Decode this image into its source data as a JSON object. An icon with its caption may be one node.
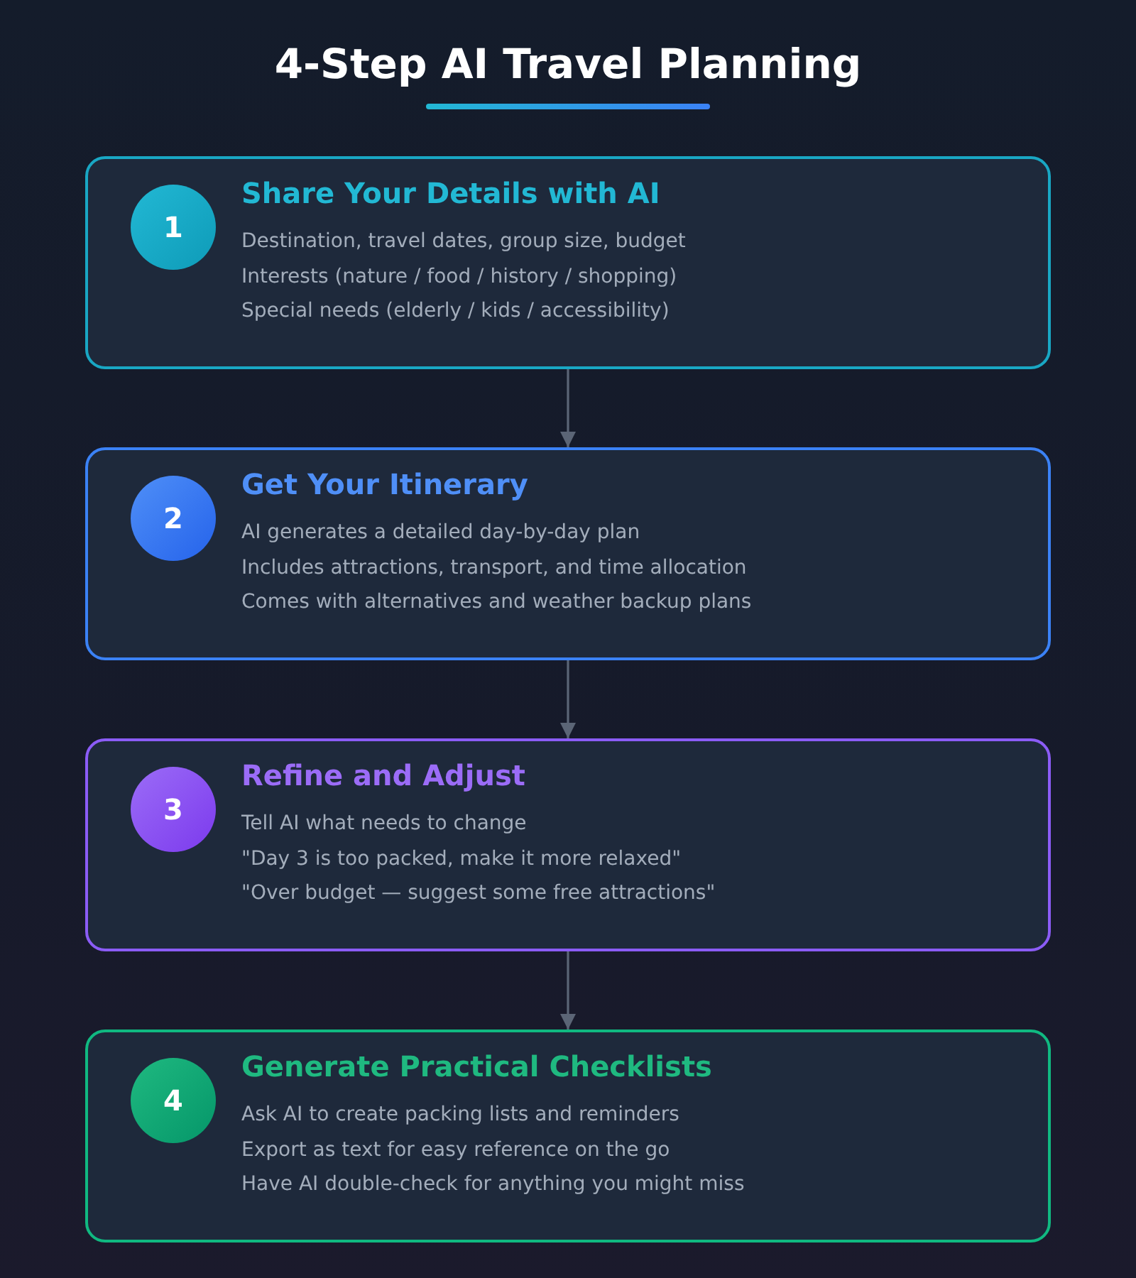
{
  "diagram": {
    "title": "4-Step AI Travel Planning",
    "nodes": [
      {
        "text": [
          "Share Your Details with AI",
          "Destination, travel dates, group size, budget",
          "Interests (nature / food / history / shopping)",
          "Special needs (elderly / kids / accessibility)"
        ]
      },
      {
        "text": [
          "1"
        ],
        "in": 0
      },
      {
        "text": [
          "Get Your Itinerary",
          "AI generates a detailed day-by-day plan",
          "Includes attractions, transport, and time allocation",
          "Comes with alternatives and weather backup plans"
        ]
      },
      {
        "text": [
          "2"
        ],
        "in": 2
      },
      {
        "text": [
          "Refine and Adjust",
          "Tell AI what needs to change",
          "\"Day 3 is too packed, make it more relaxed\"",
          "\"Over budget — suggest some free attractions\""
        ]
      },
      {
        "text": [
          "3"
        ],
        "in": 4
      },
      {
        "text": [
          "Generate Practical Checklists",
          "Ask AI to create packing lists and reminders",
          "Export as text for easy reference on the go",
          "Have AI double-check for anything you might miss"
        ]
      },
      {
        "text": [
          "4"
        ],
        "in": 6
      }
    ],
    "edges": [
      {
        "from": 0,
        "to": 2,
        "arrow": "to"
      },
      {
        "from": 2,
        "to": 4,
        "arrow": "to"
      },
      {
        "from": 4,
        "to": 6,
        "arrow": "to"
      }
    ]
  }
}
